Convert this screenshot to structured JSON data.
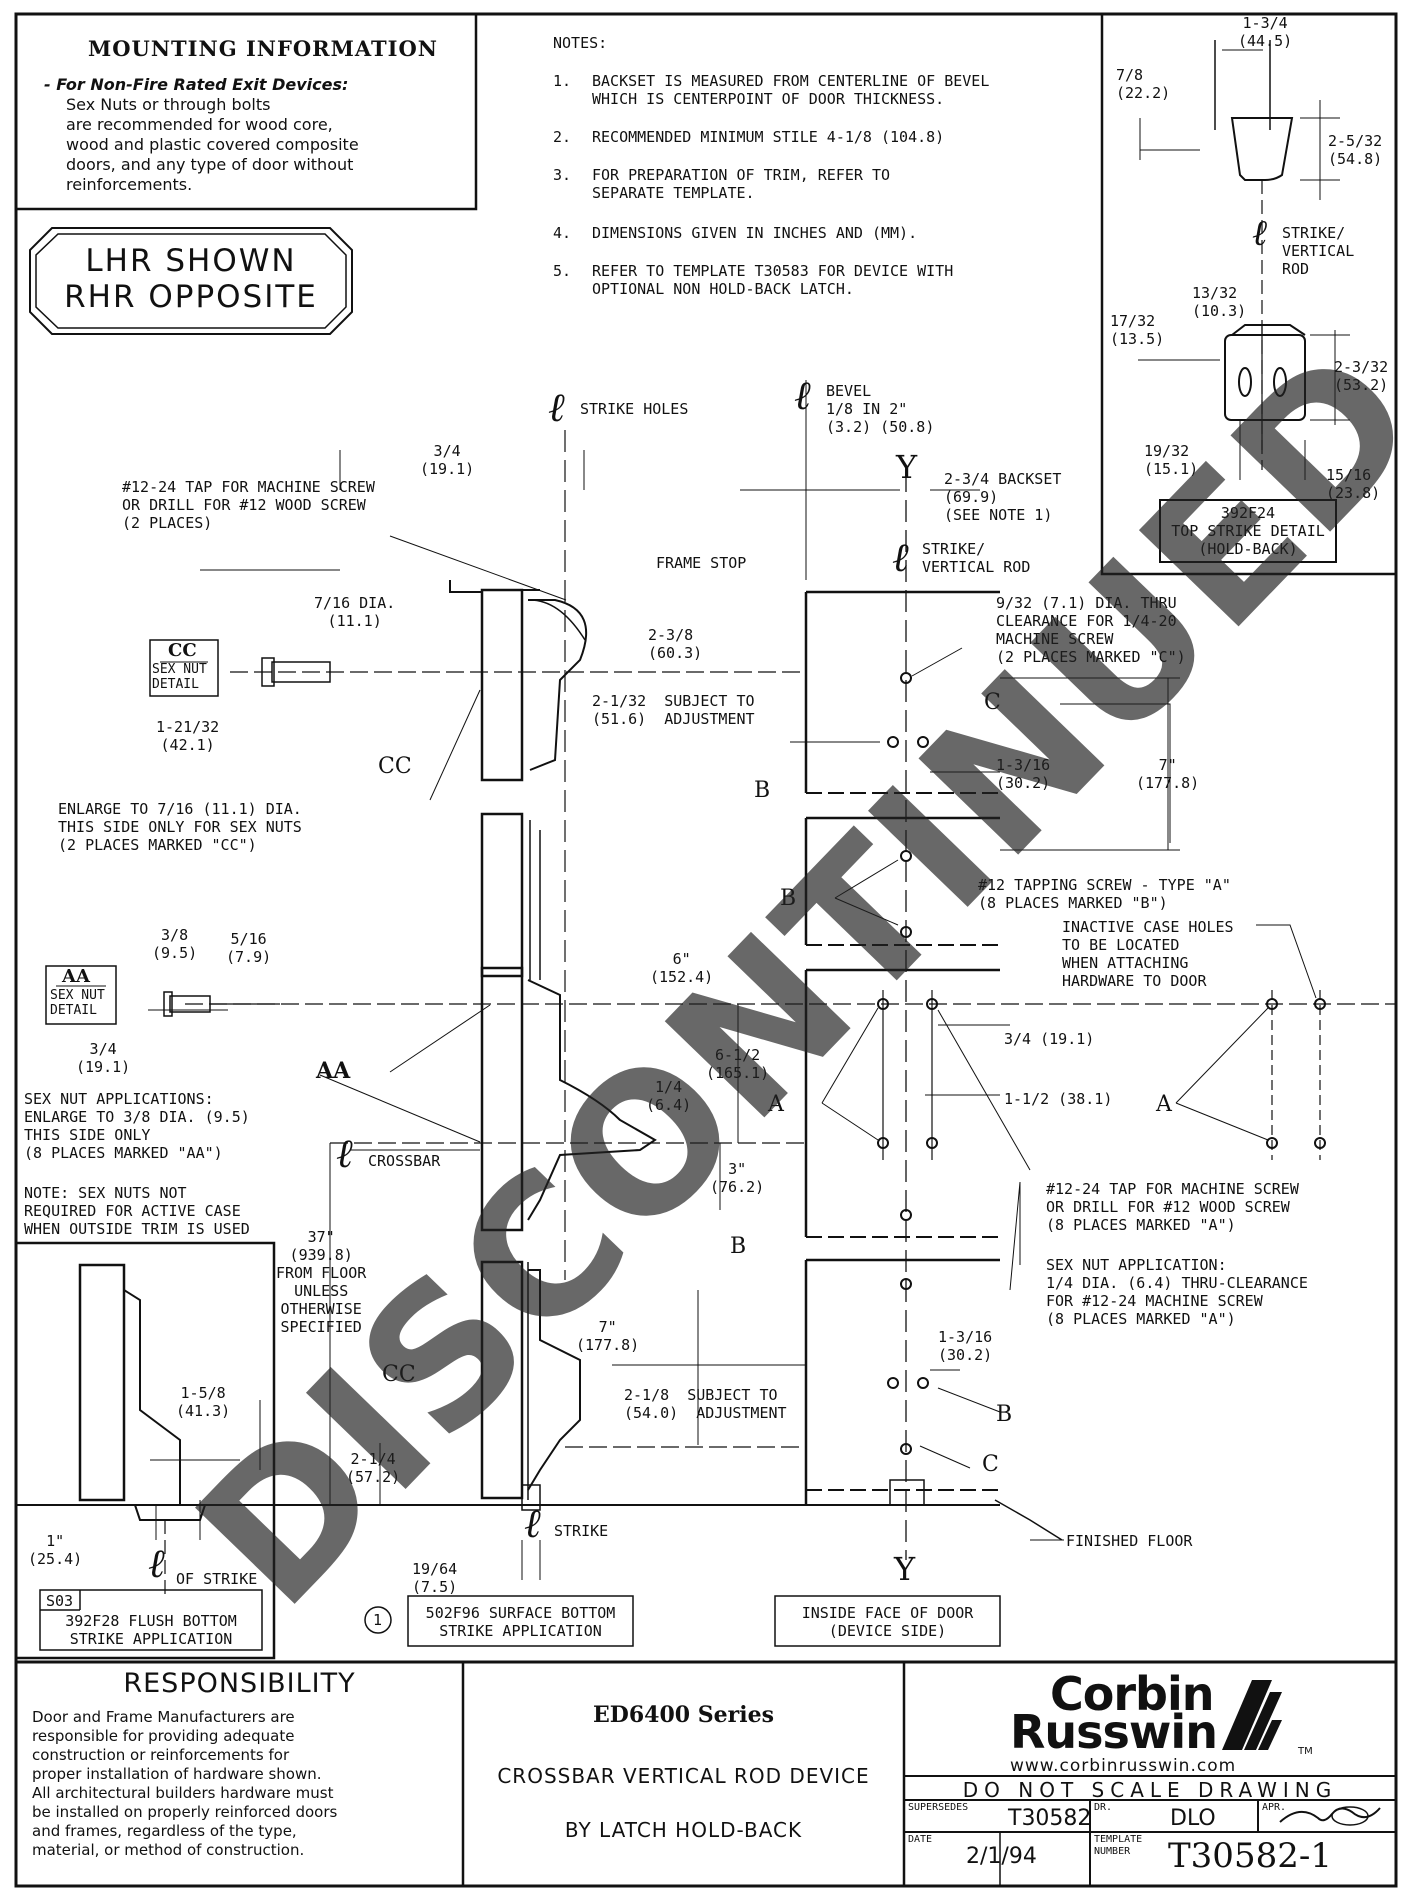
{
  "mounting_info": {
    "title": "MOUNTING INFORMATION",
    "lines": [
      "- For Non-Fire Rated Exit Devices:",
      "Sex Nuts or through bolts",
      "are recommended for wood core,",
      "wood and plastic covered composite",
      "doors, and any type of door without",
      "reinforcements."
    ]
  },
  "handing": {
    "line1": "LHR SHOWN",
    "line2": "RHR OPPOSITE"
  },
  "notes": {
    "heading": "NOTES:",
    "items": [
      {
        "num": "1.",
        "text": "BACKSET IS MEASURED FROM CENTERLINE OF BEVEL\nWHICH IS CENTERPOINT OF DOOR THICKNESS."
      },
      {
        "num": "2.",
        "text": "RECOMMENDED MINIMUM STILE 4-1/8 (104.8)"
      },
      {
        "num": "3.",
        "text": "FOR PREPARATION OF TRIM, REFER TO\nSEPARATE TEMPLATE."
      },
      {
        "num": "4.",
        "text": "DIMENSIONS GIVEN IN INCHES AND (MM)."
      },
      {
        "num": "5.",
        "text": "REFER TO TEMPLATE T30583 FOR DEVICE WITH\nOPTIONAL NON HOLD-BACK LATCH."
      }
    ]
  },
  "top_strike_detail": {
    "dims": {
      "w1": "1-3/4\n(44.5)",
      "d7_8": "7/8\n(22.2)",
      "h2_5_32": "2-5/32\n(54.8)",
      "cl_label": "STRIKE/\nVERTICAL\nROD",
      "d13_32": "13/32\n(10.3)",
      "d17_32": "17/32\n(13.5)",
      "d2_3_32": "2-3/32\n(53.2)",
      "d19_32": "19/32\n(15.1)",
      "d15_16": "15/16\n(23.8)"
    },
    "caption": "392F24\nTOP STRIKE DETAIL\n(HOLD-BACK)"
  },
  "labels": {
    "strike_holes": "STRIKE HOLES",
    "bevel": "BEVEL\n1/8 IN 2\"\n(3.2) (50.8)",
    "d3_4_top": "3/4\n(19.1)",
    "tap12_24": "#12-24 TAP FOR MACHINE SCREW\nOR DRILL FOR #12 WOOD SCREW\n(2 PLACES)",
    "frame_stop": "FRAME STOP",
    "y_top": "Y",
    "y_bottom": "Y",
    "backset": "2-3/4 BACKSET\n(69.9)\n(SEE NOTE 1)",
    "strike_vert_rod": "STRIKE/\nVERTICAL ROD",
    "dia7_16": "7/16 DIA.\n(11.1)",
    "d2_3_8": "2-3/8\n(60.3)",
    "hole_9_32": "9/32 (7.1) DIA. THRU\nCLEARANCE FOR 1/4-20\nMACHINE SCREW\n(2 PLACES MARKED \"C\")",
    "cc_detail": "CC",
    "cc_detail_sub": "SEX NUT\nDETAIL",
    "d2_1_32": "2-1/32  SUBJECT TO\n(51.6)  ADJUSTMENT",
    "c_top": "C",
    "d1_21_32": "1-21/32\n(42.1)",
    "cc_mark1": "CC",
    "d1_3_16_top": "1-3/16\n(30.2)",
    "d7_top": "7\"\n(177.8)",
    "b1": "B",
    "enlarge_7_16": "ENLARGE TO 7/16 (11.1) DIA.\nTHIS SIDE ONLY FOR SEX NUTS\n(2 PLACES MARKED \"CC\")",
    "b2": "B",
    "tapping_screw": "#12 TAPPING SCREW - TYPE \"A\"\n(8 PLACES MARKED \"B\")",
    "d3_8": "3/8\n(9.5)",
    "d5_16": "5/16\n(7.9)",
    "d6": "6\"\n(152.4)",
    "inactive": "INACTIVE CASE HOLES\nTO BE LOCATED\nWHEN ATTACHING\nHARDWARE TO DOOR",
    "aa_detail": "AA",
    "aa_detail_sub": "SEX NUT\nDETAIL",
    "d3_4_aa": "3/4\n(19.1)",
    "d6_1_2": "6-1/2\n(165.1)",
    "d3_4_19": "3/4 (19.1)",
    "aa_mark": "AA",
    "d1_4": "1/4\n(6.4)",
    "a_left": "A",
    "d1_1_2": "1-1/2 (38.1)",
    "a_right": "A",
    "sexnut_app": "SEX NUT APPLICATIONS:\nENLARGE TO 3/8 DIA. (9.5)\nTHIS SIDE ONLY\n(8 PLACES MARKED \"AA\")",
    "crossbar": "CROSSBAR",
    "d3": "3\"\n(76.2)",
    "tap_a": "#12-24 TAP FOR MACHINE SCREW\nOR DRILL FOR #12 WOOD SCREW\n(8 PLACES MARKED \"A\")",
    "note_sexnuts": "NOTE: SEX NUTS NOT\nREQUIRED FOR ACTIVE CASE\nWHEN OUTSIDE TRIM IS USED",
    "d37": "37\"\n(939.8)\nFROM FLOOR\nUNLESS\nOTHERWISE\nSPECIFIED",
    "b3": "B",
    "sexnut_app2": "SEX NUT APPLICATION:\n1/4 DIA. (6.4) THRU-CLEARANCE\nFOR #12-24 MACHINE SCREW\n(8 PLACES MARKED \"A\")",
    "d7_bot": "7\"\n(177.8)",
    "d1_3_16_bot": "1-3/16\n(30.2)",
    "d1_5_8": "1-5/8\n(41.3)",
    "cc_mark2": "CC",
    "d2_1_8": "2-1/8  SUBJECT TO\n(54.0)  ADJUSTMENT",
    "b4": "B",
    "c_bot": "C",
    "d2_1_4": "2-1/4\n(57.2)",
    "d1": "1\"\n(25.4)",
    "of_strike": "OF STRIKE",
    "strike": "STRIKE",
    "finished_floor": "FINISHED FLOOR",
    "d19_64": "19/64\n(7.5)",
    "s03": "S03",
    "flush_caption": "392F28 FLUSH BOTTOM\nSTRIKE APPLICATION",
    "circle1": "1",
    "surface_caption": "502F96 SURFACE BOTTOM\nSTRIKE APPLICATION",
    "inside_face": "INSIDE FACE OF DOOR\n(DEVICE SIDE)"
  },
  "watermark": "DISCONTINUED",
  "title_block": {
    "responsibility_title": "RESPONSIBILITY",
    "responsibility_text": "Door and Frame Manufacturers are\nresponsible for providing adequate\nconstruction or reinforcements for\nproper installation of hardware shown.\nAll architectural builders hardware must\nbe installed on properly reinforced doors\nand frames, regardless of the type,\nmaterial, or method of construction.",
    "series": "ED6400 Series",
    "device_line1": "CROSSBAR VERTICAL ROD DEVICE",
    "device_line2": "BY LATCH HOLD-BACK",
    "brand1": "Corbin",
    "brand2": "Russwin",
    "tm": "TM",
    "url": "www.corbinrusswin.com",
    "do_not_scale": "DO NOT SCALE DRAWING",
    "supersedes_label": "SUPERSEDES",
    "supersedes": "T30582",
    "dr_label": "DR.",
    "dr": "DLO",
    "apr_label": "APR.",
    "date_label": "DATE",
    "date": "2/1/94",
    "template_label": "TEMPLATE\nNUMBER",
    "template_number": "T30582-1"
  }
}
